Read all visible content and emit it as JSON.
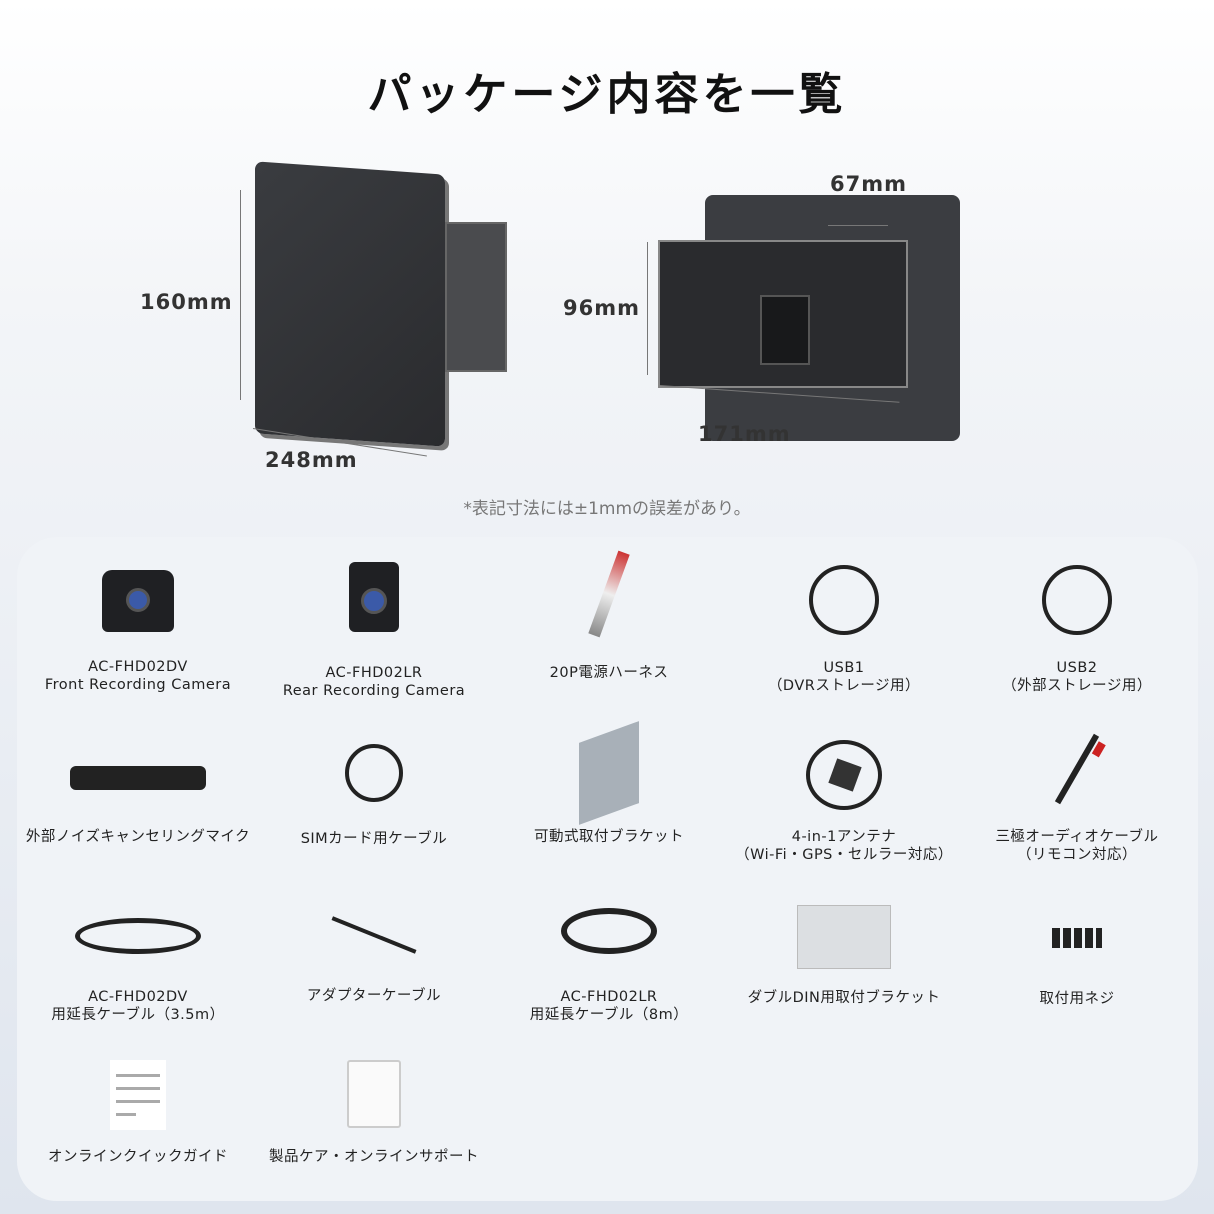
{
  "title": "パッケージ内容を一覧",
  "dimensions": {
    "height_main": "160mm",
    "width_main": "248mm",
    "depth": "67mm",
    "height_chassis": "96mm",
    "width_chassis": "171mm"
  },
  "note": "*表記寸法には±1mmの誤差があり。",
  "items": [
    {
      "line1": "AC-FHD02DV",
      "line2": "Front Recording Camera",
      "icon": "front-camera"
    },
    {
      "line1": "AC-FHD02LR",
      "line2": "Rear Recording Camera",
      "icon": "rear-camera"
    },
    {
      "line1": "20P電源ハーネス",
      "line2": "",
      "icon": "harness"
    },
    {
      "line1": "USB1",
      "line2": "（DVRストレージ用）",
      "icon": "usb-cable"
    },
    {
      "line1": "USB2",
      "line2": "（外部ストレージ用）",
      "icon": "usb-cable"
    },
    {
      "line1": "外部ノイズキャンセリングマイク",
      "line2": "",
      "icon": "microphone"
    },
    {
      "line1": "SIMカード用ケーブル",
      "line2": "",
      "icon": "sim-cable"
    },
    {
      "line1": "可動式取付ブラケット",
      "line2": "",
      "icon": "bracket"
    },
    {
      "line1": "4-in-1アンテナ",
      "line2": "（Wi-Fi・GPS・セルラー対応）",
      "icon": "antenna"
    },
    {
      "line1": "三極オーディオケーブル",
      "line2": "（リモコン対応）",
      "icon": "audio-cable"
    },
    {
      "line1": "AC-FHD02DV",
      "line2": "用延長ケーブル（3.5m）",
      "icon": "extension-cable"
    },
    {
      "line1": "アダプターケーブル",
      "line2": "",
      "icon": "adapter-cable"
    },
    {
      "line1": "AC-FHD02LR",
      "line2": "用延長ケーブル（8m）",
      "icon": "extension-cable"
    },
    {
      "line1": "ダブルDIN用取付ブラケット",
      "line2": "",
      "icon": "din-bracket"
    },
    {
      "line1": "取付用ネジ",
      "line2": "",
      "icon": "screws"
    },
    {
      "line1": "オンラインクイックガイド",
      "line2": "",
      "icon": "guide"
    },
    {
      "line1": "製品ケア・オンラインサポート",
      "line2": "",
      "icon": "support-card"
    }
  ]
}
